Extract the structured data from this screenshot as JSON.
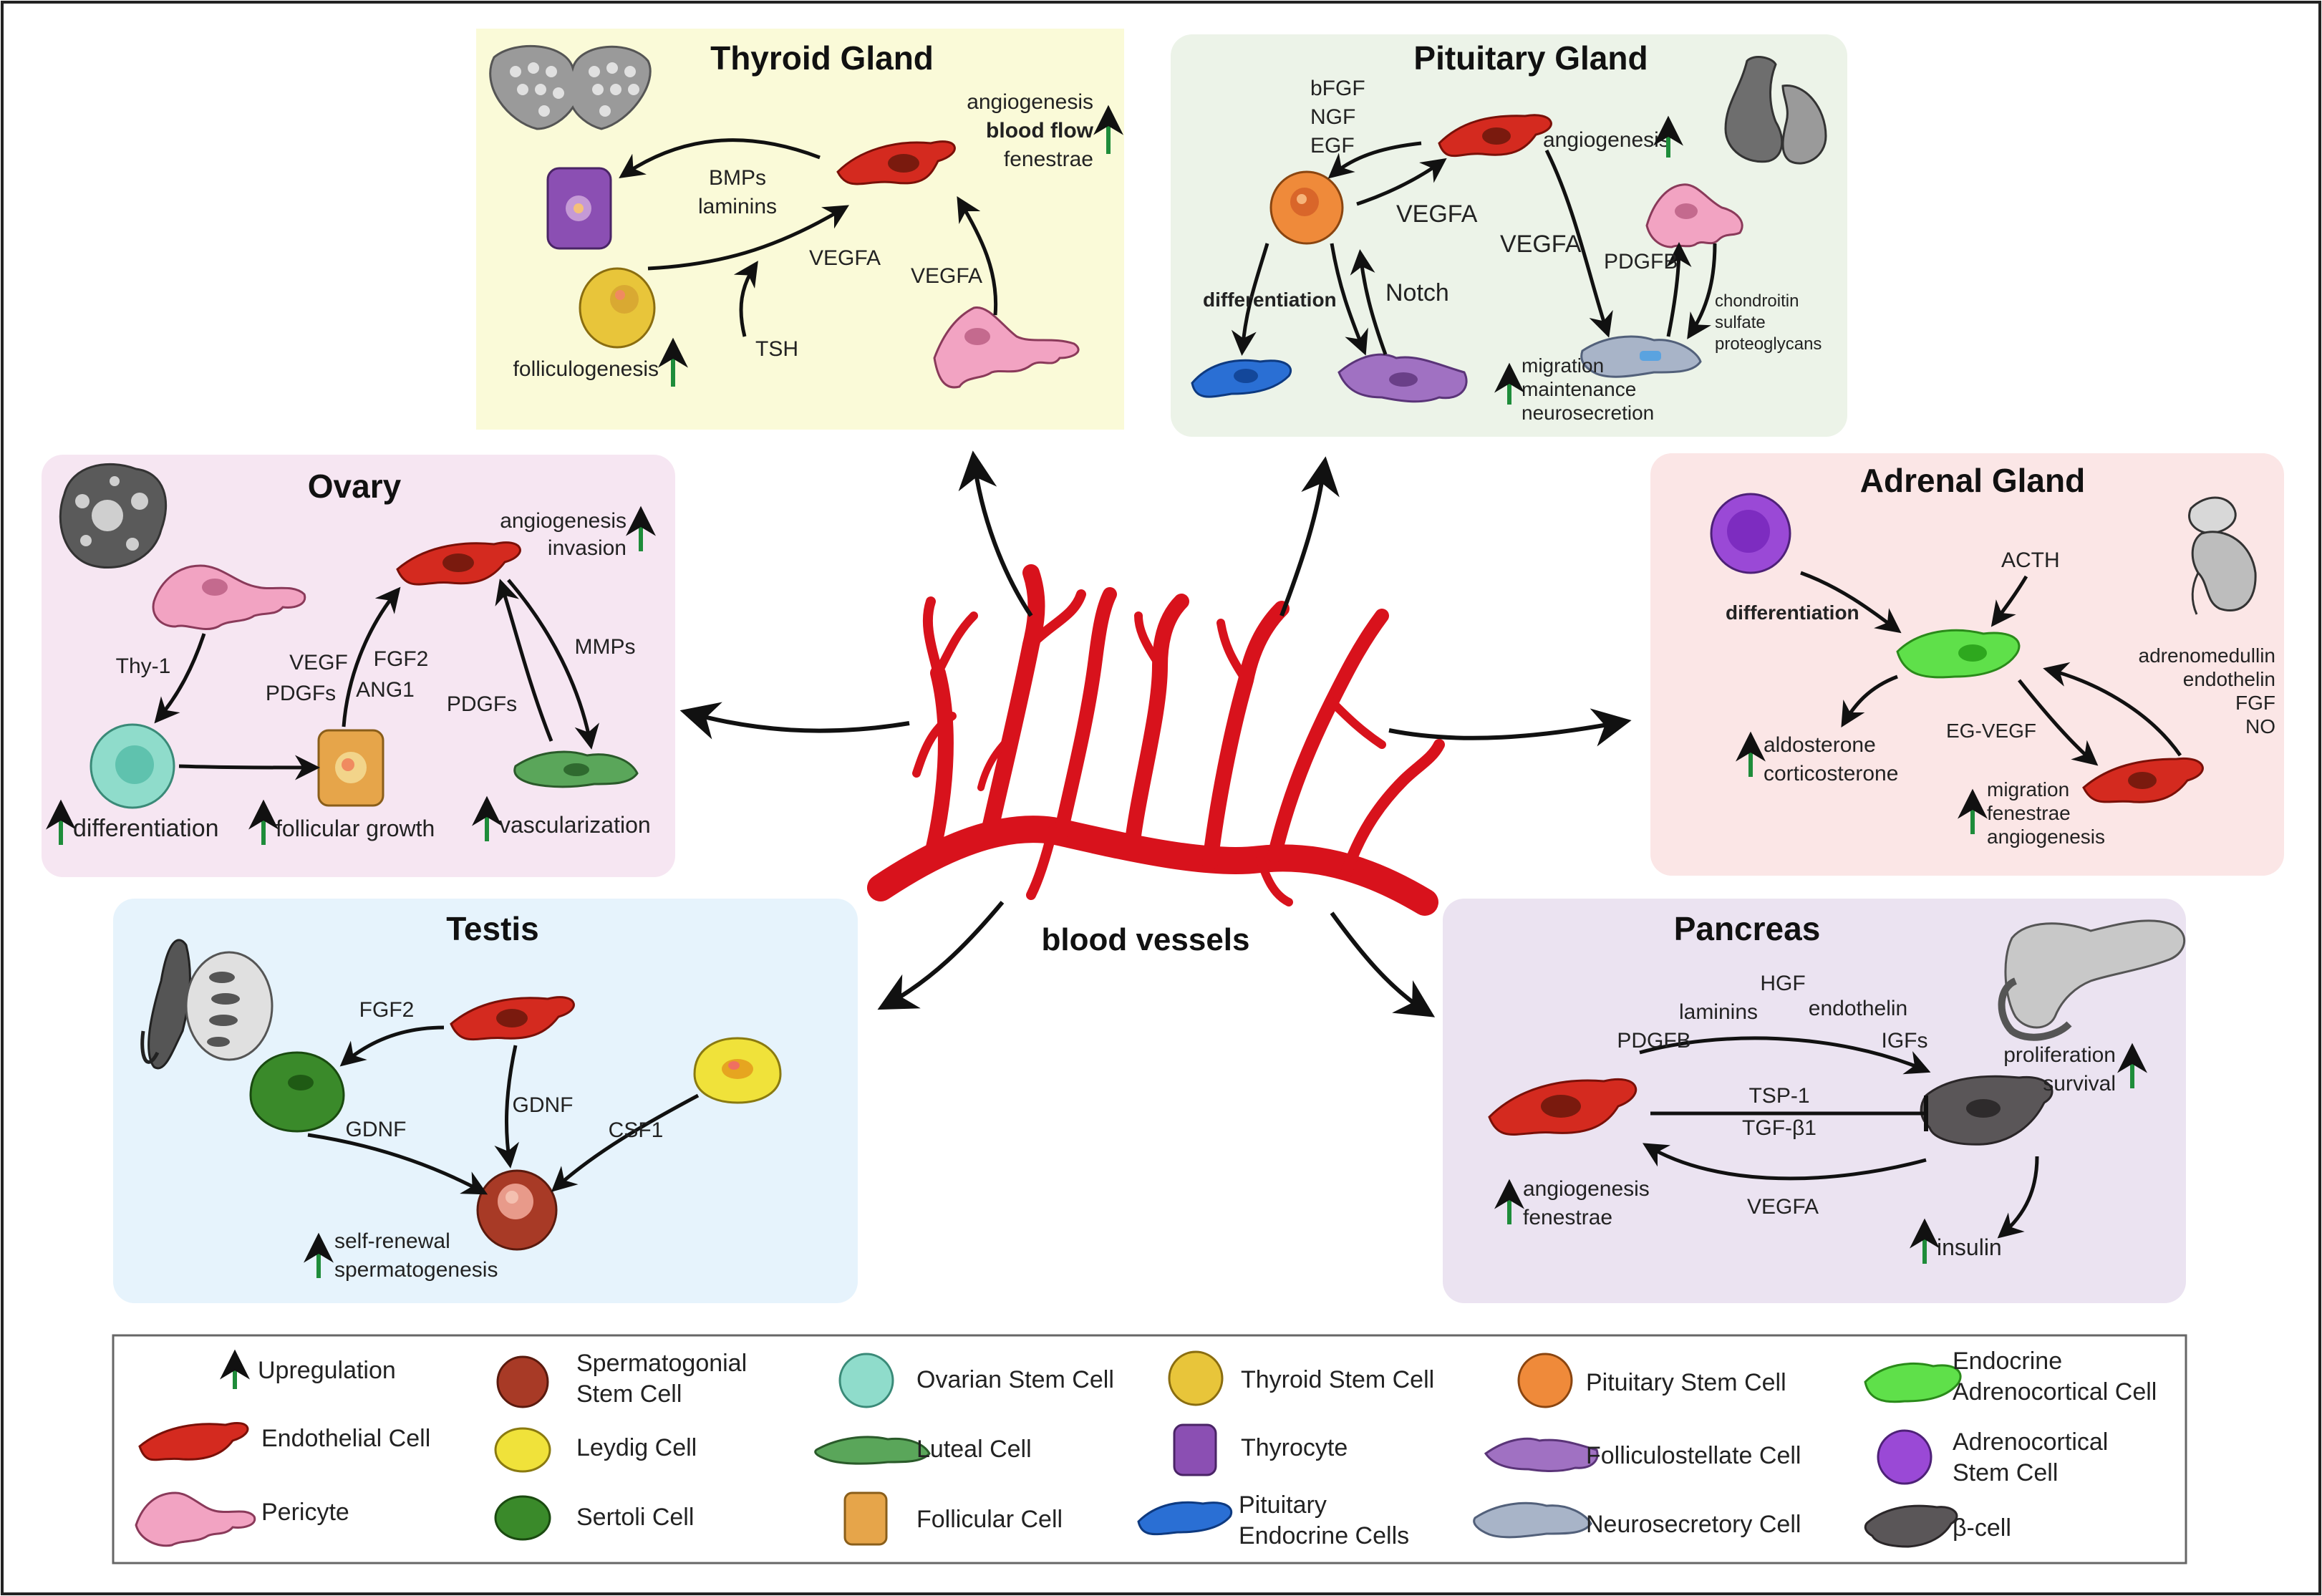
{
  "center": {
    "label": "blood vessels"
  },
  "colors": {
    "endothelial": "#d42a1f",
    "pericyte": "#f2a3c2",
    "upregulation": "#1e8c3a",
    "vessel": "#d8121c"
  },
  "thyroid": {
    "title": "Thyroid Gland",
    "bg": "#fafad8",
    "labels": {
      "top_right_1": "angiogenesis",
      "top_right_2": "blood flow",
      "top_right_3": "fenestrae",
      "bmps": "BMPs",
      "laminins": "laminins",
      "vegfa_1": "VEGFA",
      "vegfa_2": "VEGFA",
      "tsh": "TSH",
      "folliculogenesis": "folliculogenesis"
    }
  },
  "pituitary": {
    "title": "Pituitary Gland",
    "bg": "#ecf3e8",
    "labels": {
      "bfgf": "bFGF",
      "ngf": "NGF",
      "egf": "EGF",
      "angiogenesis": "angiogenesis",
      "vegfa_1": "VEGFA",
      "vegfa_2": "VEGFA",
      "notch": "Notch",
      "pdgfb": "PDGFB",
      "differentiation": "differentiation",
      "chondroitin": "chondroitin",
      "sulfate": "sulfate",
      "proteoglycans": "proteoglycans",
      "migration": "migration",
      "maintenance": "maintenance",
      "neurosecretion": "neurosecretion"
    }
  },
  "ovary": {
    "title": "Ovary",
    "bg": "#f6e6f2",
    "labels": {
      "angiogenesis": "angiogenesis",
      "invasion": "invasion",
      "thy1": "Thy-1",
      "vegf": "VEGF",
      "pdgfs_1": "PDGFs",
      "fgf2": "FGF2",
      "ang1": "ANG1",
      "pdgfs_2": "PDGFs",
      "mmps": "MMPs",
      "differentiation": "differentiation",
      "follicular_growth": "follicular growth",
      "vascularization": "vascularization"
    }
  },
  "adrenal": {
    "title": "Adrenal Gland",
    "bg": "#fbe6e6",
    "labels": {
      "acth": "ACTH",
      "differentiation": "differentiation",
      "adrenomedullin": "adrenomedullin",
      "endothelin": "endothelin",
      "fgf": "FGF",
      "no": "NO",
      "eg_vegf": "EG-VEGF",
      "aldosterone": "aldosterone",
      "corticosterone": "corticosterone",
      "migration": "migration",
      "fenestrae": "fenestrae",
      "angiogenesis": "angiogenesis"
    }
  },
  "testis": {
    "title": "Testis",
    "bg": "#e6f3fc",
    "labels": {
      "fgf2": "FGF2",
      "gdnf_1": "GDNF",
      "gdnf_2": "GDNF",
      "csf1": "CSF1",
      "self_renewal": "self-renewal",
      "spermatogenesis": "spermatogenesis"
    }
  },
  "pancreas": {
    "title": "Pancreas",
    "bg": "#ebe3f1",
    "labels": {
      "hgf": "HGF",
      "laminins": "laminins",
      "endothelin": "endothelin",
      "pdgfb": "PDGFB",
      "igfs": "IGFs",
      "proliferation": "proliferation",
      "survival": "survival",
      "tsp1": "TSP-1",
      "tgfb1": "TGF-β1",
      "vegfa": "VEGFA",
      "angiogenesis": "angiogenesis",
      "fenestrae": "fenestrae",
      "insulin": "insulin"
    }
  },
  "legend": {
    "upregulation": "Upregulation",
    "endothelial": "Endothelial Cell",
    "pericyte": "Pericyte",
    "sperm_1": "Spermatogonial",
    "sperm_2": "Stem Cell",
    "leydig": "Leydig Cell",
    "sertoli": "Sertoli Cell",
    "ovarian_stem": "Ovarian Stem Cell",
    "luteal": "Luteal Cell",
    "follicular": "Follicular Cell",
    "thyroid_stem": "Thyroid Stem Cell",
    "thyrocyte": "Thyrocyte",
    "pit_endo_1": "Pituitary",
    "pit_endo_2": "Endocrine Cells",
    "pit_stem": "Pituitary Stem Cell",
    "folliculostellate": "Folliculostellate Cell",
    "neurosecretory": "Neurosecretory Cell",
    "endo_adreno_1": "Endocrine",
    "endo_adreno_2": "Adrenocortical Cell",
    "adreno_stem_1": "Adrenocortical",
    "adreno_stem_2": "Stem Cell",
    "beta": "β-cell"
  }
}
